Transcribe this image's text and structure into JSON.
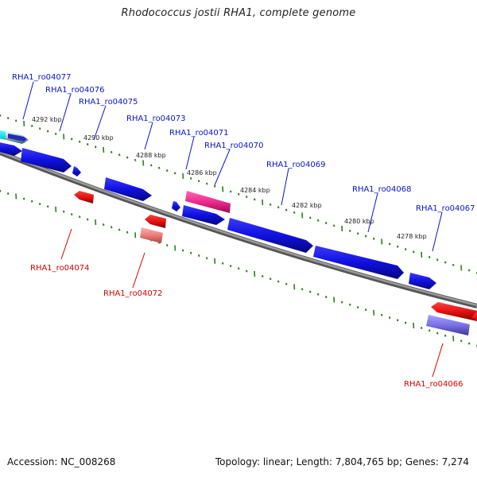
{
  "title": "Rhodococcus jostii RHA1, complete genome",
  "footer": {
    "accession": "Accession: NC_008268",
    "topology": "Topology: linear; Length: 7,804,765 bp; Genes: 7,274"
  },
  "colors": {
    "forward_label": "#0a14c8",
    "reverse_label": "#d40000",
    "forward_gene": "#1414e6",
    "reverse_gene": "#e61414",
    "tick": "#2e7d1e",
    "backbone": "#7a7a7a"
  },
  "scale_labels": [
    "4292 kbp",
    "4290 kbp",
    "4288 kbp",
    "4286 kbp",
    "4284 kbp",
    "4282 kbp",
    "4280 kbp",
    "4278 kbp"
  ],
  "forward_labels": [
    "RHA1_ro04077",
    "RHA1_ro04076",
    "RHA1_ro04075",
    "RHA1_ro04073",
    "RHA1_ro04071",
    "RHA1_ro04070",
    "RHA1_ro04069",
    "RHA1_ro04068",
    "RHA1_ro04067"
  ],
  "reverse_labels": [
    "RHA1_ro04074",
    "RHA1_ro04072",
    "RHA1_ro04066"
  ]
}
